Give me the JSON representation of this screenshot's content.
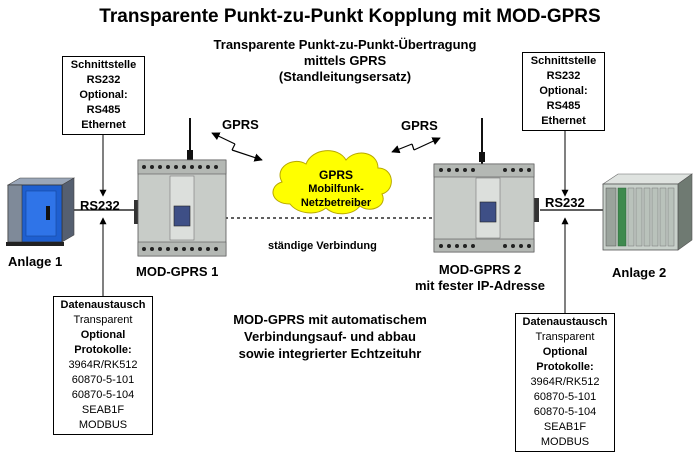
{
  "title": "Transparente Punkt-zu-Punkt Kopplung mit MOD-GPRS",
  "subtitle": [
    "Transparente Punkt-zu-Punkt-Übertragung",
    "mittels GPRS",
    "(Standleitungsersatz)"
  ],
  "interface_box_left": {
    "lines": [
      "Schnittstelle",
      "RS232",
      "Optional:",
      "RS485",
      "Ethernet"
    ]
  },
  "interface_box_right": {
    "lines": [
      "Schnittstelle",
      "RS232",
      "Optional:",
      "RS485",
      "Ethernet"
    ]
  },
  "data_box_left": {
    "header": "Datenaustausch",
    "mode": "Transparent",
    "optional": [
      "Optional",
      "Protokolle:"
    ],
    "protocols": [
      "3964R/RK512",
      "60870-5-101",
      "60870-5-104",
      "SEAB1F",
      "MODBUS"
    ]
  },
  "data_box_right": {
    "header": "Datenaustausch",
    "mode": "Transparent",
    "optional": [
      "Optional",
      "Protokolle:"
    ],
    "protocols": [
      "3964R/RK512",
      "60870-5-101",
      "60870-5-104",
      "SEAB1F",
      "MODBUS"
    ]
  },
  "gprs_left": "GPRS",
  "gprs_right": "GPRS",
  "cloud": [
    "GPRS",
    "Mobilfunk-",
    "Netzbetreiber"
  ],
  "rs232_left": "RS232",
  "rs232_right": "RS232",
  "connection_label": "ständige Verbindung",
  "device_left": {
    "name": "MOD-GPRS 1"
  },
  "device_right": {
    "name": "MOD-GPRS 2",
    "sub": "mit fester IP-Adresse"
  },
  "plant_left": "Anlage 1",
  "plant_right": "Anlage 2",
  "bottom_note": [
    "MOD-GPRS mit automatischem",
    "Verbindungsauf- und abbau",
    "sowie integrierter Echtzeituhr"
  ],
  "colors": {
    "cloud_fill": "#ffff00",
    "cloud_text": "#000000",
    "cabinet_blue": "#1e5fd0",
    "module_gray": "#c8ccc8"
  }
}
